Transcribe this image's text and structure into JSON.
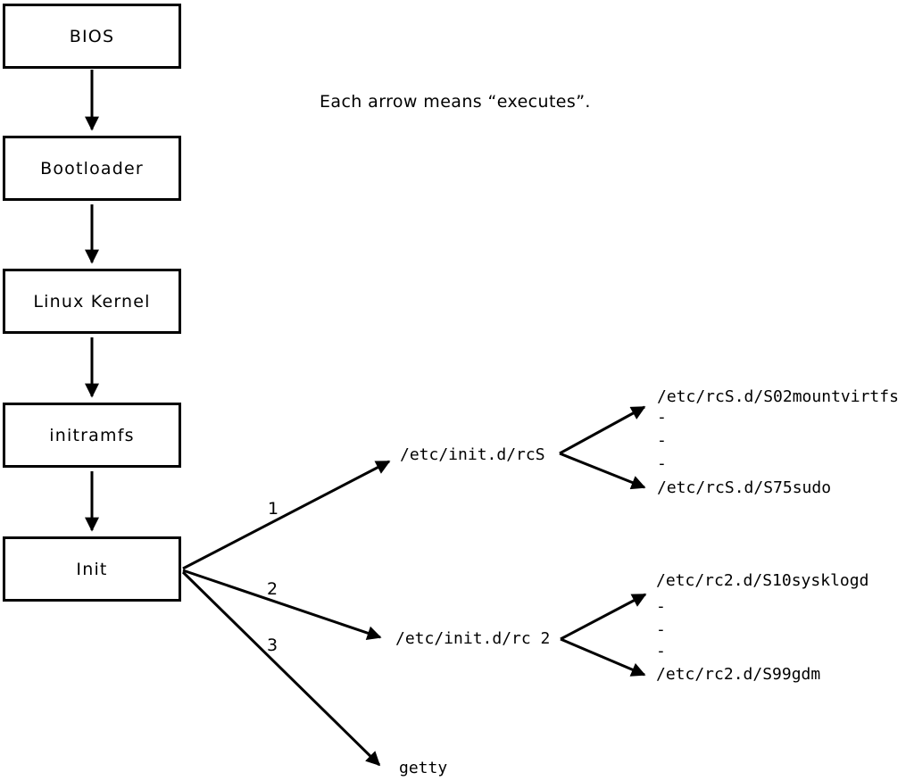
{
  "note": "Each arrow means “executes”.",
  "colors": {
    "stroke": "#000000",
    "box_fill": "#ffffff",
    "background": "#ffffff",
    "text": "#000000"
  },
  "chain": [
    {
      "label": "BIOS"
    },
    {
      "label": "Bootloader"
    },
    {
      "label": "Linux Kernel"
    },
    {
      "label": "initramfs"
    },
    {
      "label": "Init"
    }
  ],
  "init_branches": [
    {
      "number": "1",
      "target": "/etc/init.d/rcS",
      "children": [
        "/etc/rcS.d/S02mountvirtfs",
        "-",
        "-",
        "-",
        "/etc/rcS.d/S75sudo"
      ]
    },
    {
      "number": "2",
      "target": "/etc/init.d/rc 2",
      "children": [
        "/etc/rc2.d/S10sysklogd",
        "-",
        "-",
        "-",
        "/etc/rc2.d/S99gdm"
      ]
    },
    {
      "number": "3",
      "target": "getty",
      "children": []
    }
  ]
}
